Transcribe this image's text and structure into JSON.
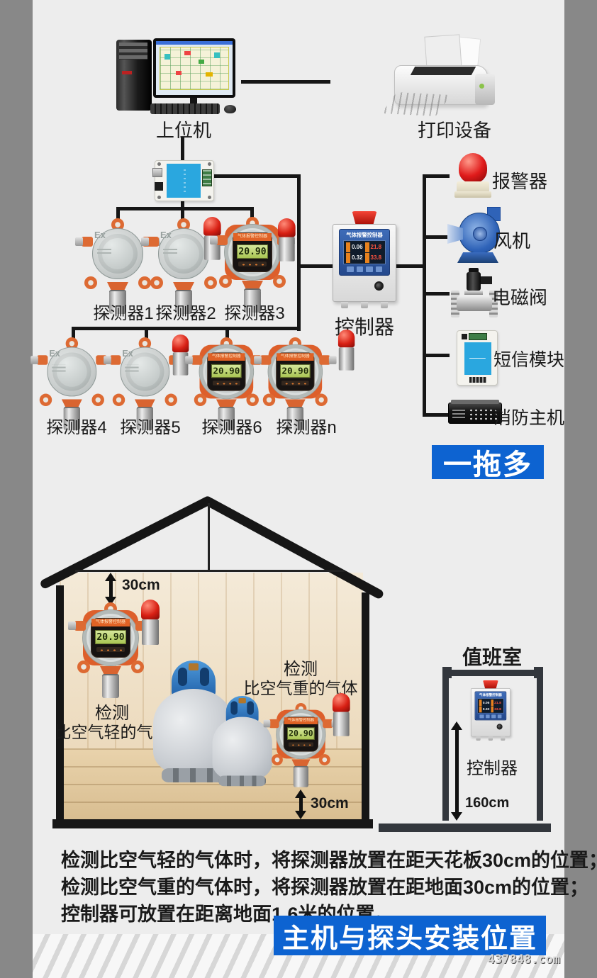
{
  "colors": {
    "banner_blue": "#0d63d1",
    "line_black": "#161616",
    "detector_orange": "#dd6a33"
  },
  "top_diagram": {
    "host_label": "上位机",
    "printer_label": "打印设备",
    "ex_mark": "Ex",
    "reading": "20.90",
    "detectors_row1": [
      "探测器1",
      "探测器2",
      "探测器3"
    ],
    "detectors_row2": [
      "探测器4",
      "探测器5",
      "探测器6",
      "探测器n"
    ],
    "controller_label": "控制器",
    "controller_panel": {
      "title": "气体报警控制器",
      "readings": [
        "0.06",
        "21.8",
        "0.32",
        "33.8"
      ]
    },
    "outputs": [
      "报警器",
      "风机",
      "电磁阀",
      "短信模块",
      "消防主机"
    ],
    "banner": "一拖多"
  },
  "install_diagram": {
    "ceiling_clearance": "30cm",
    "floor_clearance": "30cm",
    "light_gas_note_line1": "检测",
    "light_gas_note_line2": "比空气轻的气体",
    "heavy_gas_note_line1": "检测",
    "heavy_gas_note_line2": "比空气重的气体",
    "duty_room_title": "值班室",
    "duty_controller_label": "控制器",
    "controller_mount_height": "160cm"
  },
  "notes": [
    "检测比空气轻的气体时，将探测器放置在距天花板30cm的位置；",
    "检测比空气重的气体时，将探测器放置在距地面30cm的位置；",
    "控制器可放置在距离地面1.6米的位置。"
  ],
  "footer_banner": "主机与探头安装位置",
  "watermark": "437848.com"
}
